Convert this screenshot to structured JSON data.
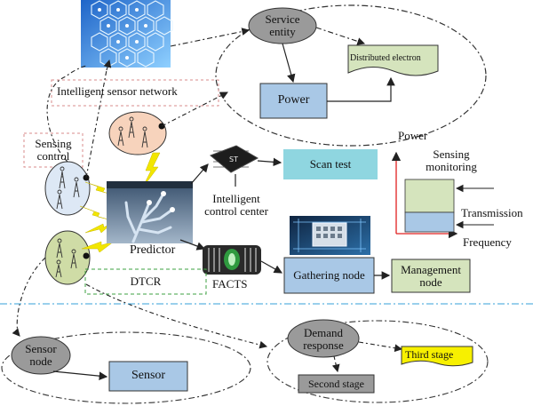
{
  "labels": {
    "service_entity_line1": "Service",
    "service_entity_line2": "entity",
    "distributed_electron": "Distributed electron",
    "power_box": "Power",
    "intelligent_sensor_network": "Intelligent sensor network",
    "sensing_control_line1": "Sensing",
    "sensing_control_line2": "control",
    "scan_test": "Scan test",
    "intelligent_control_center_line1": "Intelligent",
    "intelligent_control_center_line2": "control center",
    "predictor": "Predictor",
    "dtcr": "DTCR",
    "facts": "FACTS",
    "gathering_node": "Gathering node",
    "management_node_line1": "Management",
    "management_node_line2": "node",
    "sensor_node_line1": "Sensor",
    "sensor_node_line2": "node",
    "sensor": "Sensor",
    "demand_response_line1": "Demand",
    "demand_response_line2": "response",
    "third_stage": "Third stage",
    "second_stage": "Second stage"
  },
  "spectrum": {
    "power_axis": "Power",
    "frequency_axis": "Frequency",
    "sensing_monitoring_line1": "Sensing",
    "sensing_monitoring_line2": "monitoring",
    "transmission": "Transmission"
  },
  "colors": {
    "blue_box": "#a9c8e6",
    "green_box": "#d5e4bd",
    "teal_box": "#8fd6e0",
    "gray_node": "#9a9a9a",
    "peach_ellipse": "#f7d3bc",
    "light_blue_ellipse": "#dde8f5",
    "olive_ellipse": "#cfdca6",
    "yellow_bolt": "#f2e600",
    "third_stage_fill": "#f7f000",
    "axis_red": "#e02020",
    "separator_blue": "#36a0d8"
  },
  "icons": [
    "radio-tower-icon",
    "lightning-bolt-icon",
    "robot-hand-image",
    "chip-image",
    "network-hexagon-image",
    "circuit-board-image",
    "facts-device-image"
  ]
}
